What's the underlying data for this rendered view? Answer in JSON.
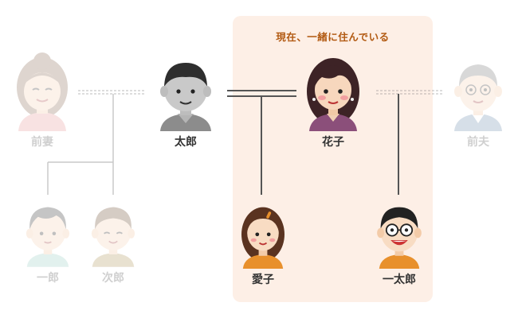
{
  "household_label": "現在、一緒に住んでいる",
  "people": {
    "maezuma": "前妻",
    "taro": "太郎",
    "hanako": "花子",
    "maeotto": "前夫",
    "ichiro": "一郎",
    "jiro": "次郎",
    "aiko": "愛子",
    "ichitaro": "一太郎"
  },
  "colors": {
    "household_bg": "#fdefe6",
    "household_text": "#b25a12",
    "line": "#666666"
  }
}
